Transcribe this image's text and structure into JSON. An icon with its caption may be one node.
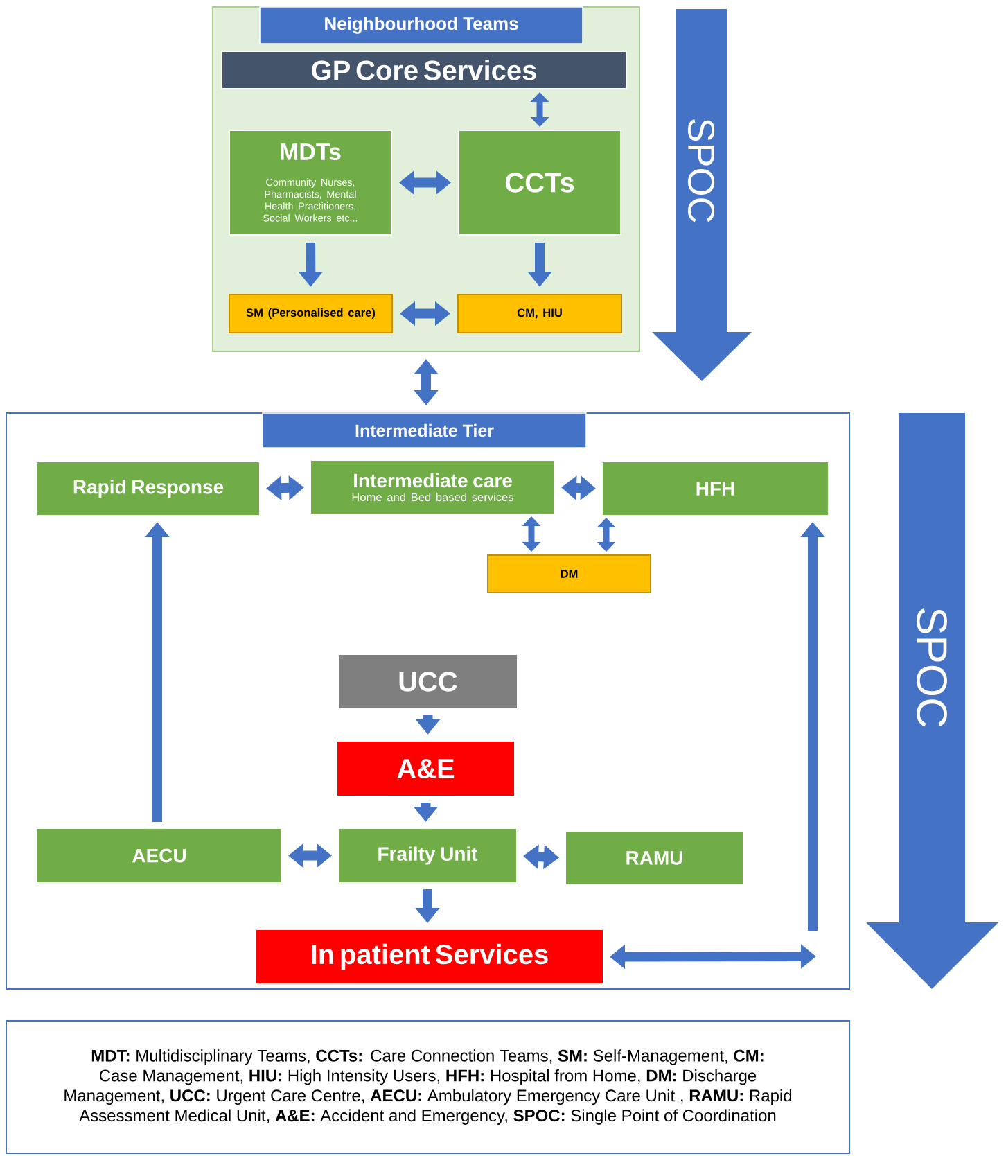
{
  "diagram": {
    "nodes": [
      {
        "text": [
          "Neighbourhood Teams"
        ]
      },
      {
        "text": [
          "GP Core Services"
        ],
        "in": 0
      },
      {
        "text": [
          "MDTs",
          "Community Nurses, Pharmacists, Mental Health Practitioners, Social Workers etc..."
        ],
        "in": 0
      },
      {
        "text": [
          "CCTs"
        ],
        "in": 0
      },
      {
        "text": [
          "SM (Personalised care)"
        ],
        "in": 0
      },
      {
        "text": [
          "CM, HIU"
        ],
        "in": 0
      },
      {
        "text": [
          "SPOC"
        ]
      },
      {
        "text": [
          "Intermediate Tier"
        ]
      },
      {
        "text": [
          "Rapid Response"
        ],
        "in": 7
      },
      {
        "text": [
          "Intermediate care",
          "Home and Bed based services"
        ],
        "in": 7
      },
      {
        "text": [
          "HFH"
        ],
        "in": 7
      },
      {
        "text": [
          "DM"
        ],
        "in": 7
      },
      {
        "text": [
          "UCC"
        ],
        "in": 7
      },
      {
        "text": [
          "A&E"
        ],
        "in": 7
      },
      {
        "text": [
          "AECU"
        ],
        "in": 7
      },
      {
        "text": [
          "Frailty Unit"
        ],
        "in": 7
      },
      {
        "text": [
          "RAMU"
        ],
        "in": 7
      },
      {
        "text": [
          "In patient Services"
        ],
        "in": 7
      },
      {
        "text": [
          "SPOC"
        ]
      },
      {
        "text": [
          "**MDT:** Multidisciplinary Teams, **CCTs:** Care Connection Teams, **SM:** Self-Management, **CM:** Case Management, **HIU:** High Intensity Users, **HFH:** Hospital from Home, **DM:** Discharge Management, **UCC:** Urgent Care Centre, **AECU:** Ambulatory Emergency Care Unit , **RAMU:** Rapid Assessment Medical Unit, **A&E:** Accident and Emergency, **SPOC:** Single Point of Coordination"
        ]
      }
    ],
    "edges": [
      {
        "from": 1,
        "to": 3,
        "arrow": "both"
      },
      {
        "from": 2,
        "to": 3,
        "arrow": "both"
      },
      {
        "from": 2,
        "to": 4,
        "arrow": "to"
      },
      {
        "from": 3,
        "to": 5,
        "arrow": "to"
      },
      {
        "from": 4,
        "to": 5,
        "arrow": "both"
      },
      {
        "from": 0,
        "to": 7,
        "arrow": "both"
      },
      {
        "from": 8,
        "to": 9,
        "arrow": "both"
      },
      {
        "from": 9,
        "to": 10,
        "arrow": "both"
      },
      {
        "from": 9,
        "to": 11,
        "arrow": "both"
      },
      {
        "from": 10,
        "to": 11,
        "arrow": "both"
      },
      {
        "from": 14,
        "to": 8,
        "arrow": "to"
      },
      {
        "from": 12,
        "to": 13,
        "arrow": "to"
      },
      {
        "from": 13,
        "to": 15,
        "arrow": "to"
      },
      {
        "from": 14,
        "to": 15,
        "arrow": "both"
      },
      {
        "from": 15,
        "to": 16,
        "arrow": "both"
      },
      {
        "from": 15,
        "to": 17,
        "arrow": "to"
      },
      {
        "from": 17,
        "to": null,
        "arrow": "both"
      },
      {
        "from": null,
        "to": 10,
        "arrow": "to"
      }
    ]
  }
}
